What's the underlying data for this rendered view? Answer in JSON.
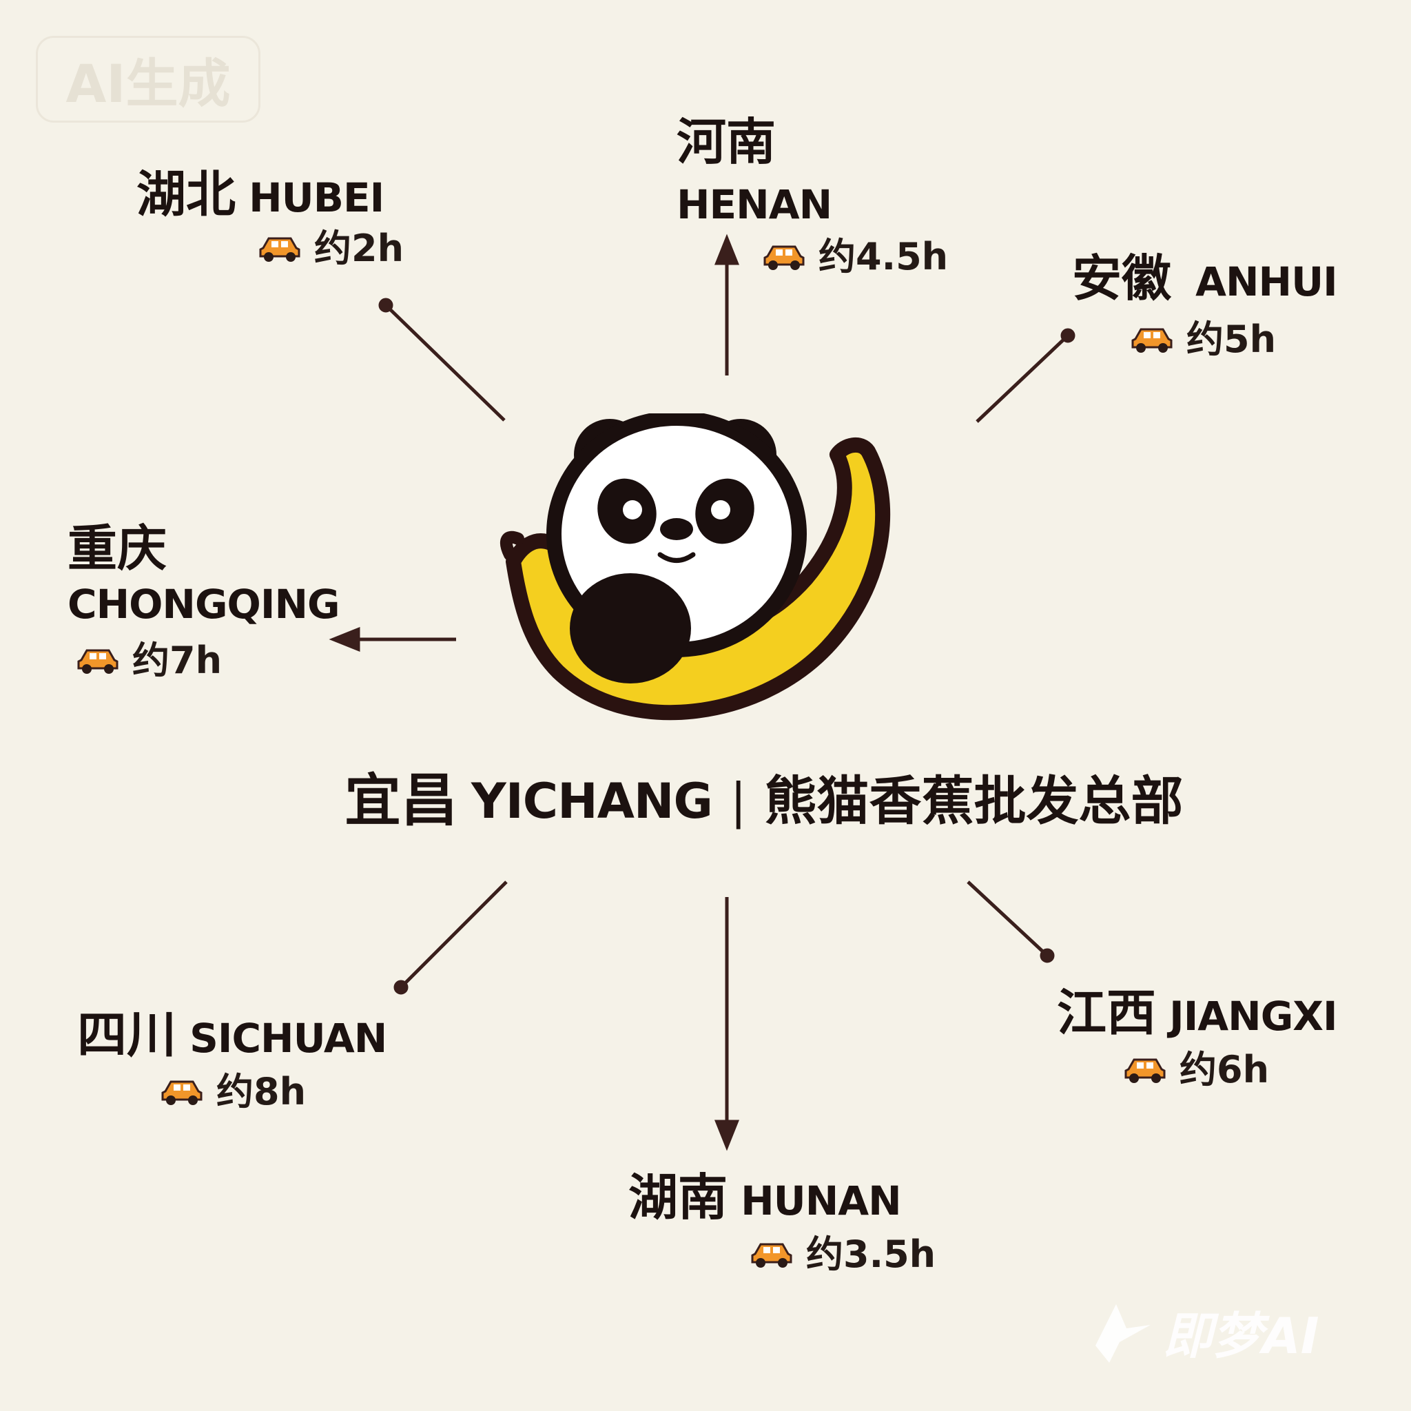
{
  "badge": {
    "text": "AI生成"
  },
  "center": {
    "city_zh": "宜昌",
    "city_en": "YICHANG",
    "separator": "|",
    "company": "熊猫香蕉批发总部"
  },
  "regions": {
    "hubei": {
      "zh": "湖北",
      "en": "HUBEI",
      "time": "约2h"
    },
    "henan": {
      "zh": "河南",
      "en": "HENAN",
      "time": "约4.5h"
    },
    "anhui": {
      "zh": "安徽",
      "en": "ANHUI",
      "time": "约5h"
    },
    "chongqing": {
      "zh": "重庆",
      "en": "CHONGQING",
      "time": "约7h"
    },
    "sichuan": {
      "zh": "四川",
      "en": "SICHUAN",
      "time": "约8h"
    },
    "hunan": {
      "zh": "湖南",
      "en": "HUNAN",
      "time": "约3.5h"
    },
    "jiangxi": {
      "zh": "江西",
      "en": "JIANGXI",
      "time": "约6h"
    }
  },
  "icons": {
    "car": "car-icon",
    "logo": "panda-banana-logo",
    "watermark": "jimeng-logo-icon"
  },
  "watermark": {
    "text": "即梦AI"
  },
  "colors": {
    "background": "#f5f2e8",
    "line": "#3a1f1c",
    "banana": "#f4cf1f",
    "banana_outline": "#2a1210",
    "car": "#f2962a"
  }
}
